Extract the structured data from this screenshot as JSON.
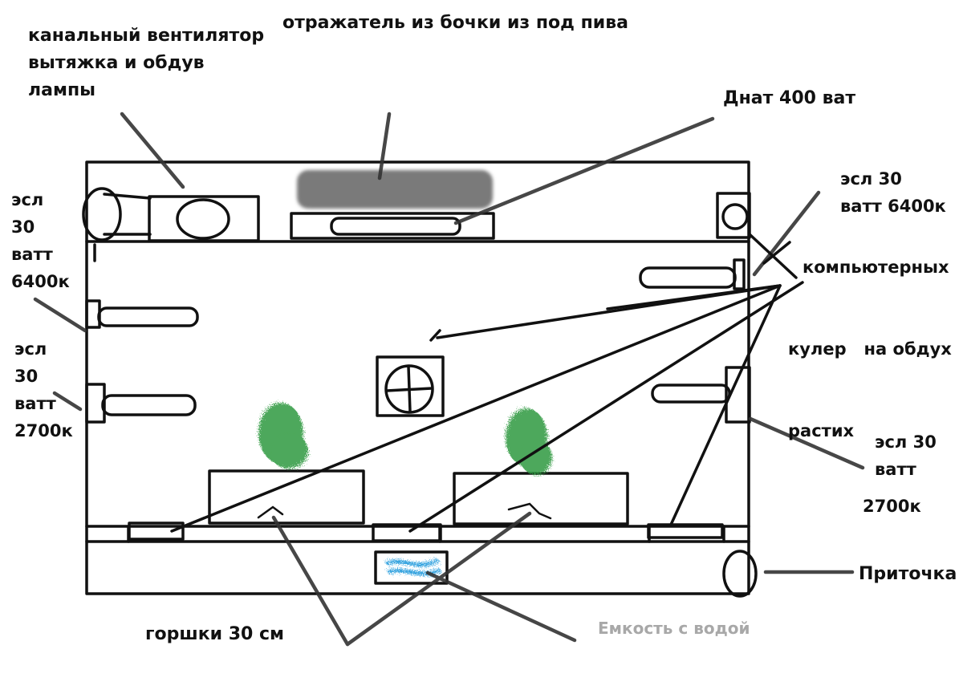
{
  "labels": {
    "fan": [
      "канальный вентилятор",
      "вытяжка и обдув",
      "лампы"
    ],
    "reflector": "отражатель из бочки из под пива",
    "lamp": "Днат 400 ват",
    "esl_left_top": [
      "эсл",
      "30",
      "ватт",
      "6400к"
    ],
    "esl_right_top": [
      "эсл 30",
      "ватт 6400к"
    ],
    "coolers": [
      "компьютерных",
      "кулер   на обдух",
      "растих"
    ],
    "esl_left_bottom": [
      "эсл",
      "30",
      "ватт",
      "2700к"
    ],
    "esl_right_bottom": [
      "эсл 30",
      "ватт",
      "2700к"
    ],
    "intake": "Приточка",
    "pots": "горшки 30 см",
    "water": "Емкость с водой"
  },
  "colors": {
    "ink": "#111111",
    "reflector_fill": "#7a7a7a",
    "plant": "#2f9a3f",
    "water": "#3aa6e0",
    "muted_label": "#a8a8a8"
  }
}
